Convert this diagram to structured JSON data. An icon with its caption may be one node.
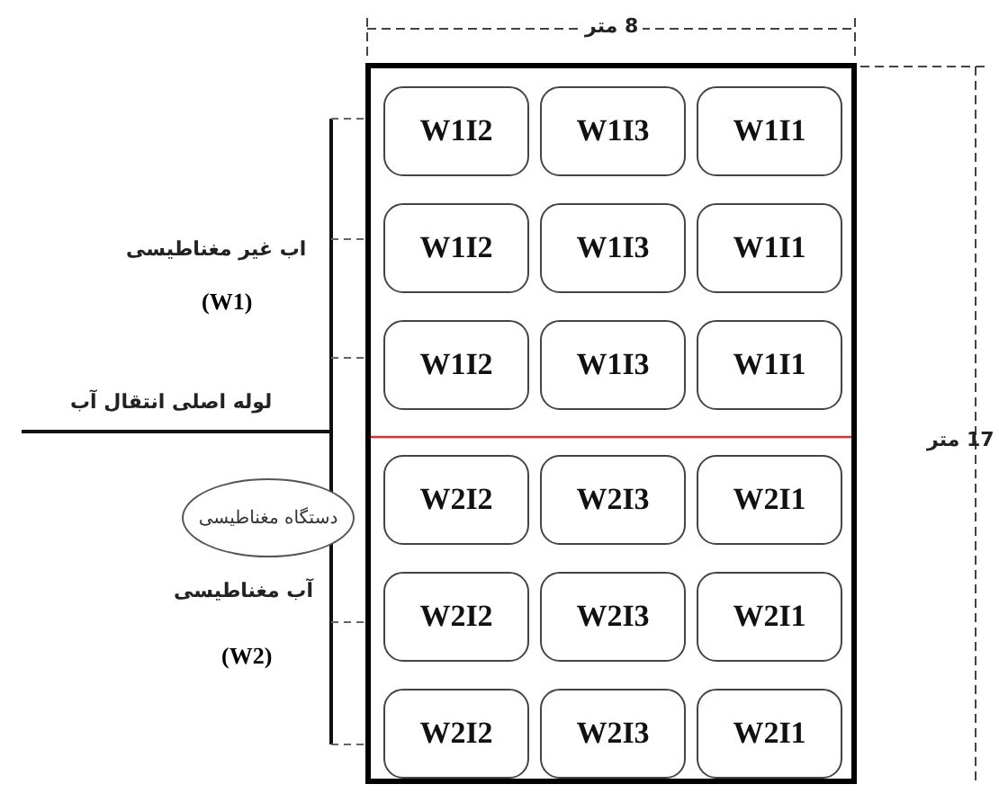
{
  "diagram": {
    "nodes": [
      {
        "text": [],
        "shape": "box"
      },
      {
        "text": [
          "W1I2"
        ],
        "in": 0
      },
      {
        "text": [
          "W1I3"
        ],
        "in": 0
      },
      {
        "text": [
          "W1I1"
        ],
        "in": 0
      },
      {
        "text": [
          "W1I2"
        ],
        "in": 0
      },
      {
        "text": [
          "W1I3"
        ],
        "in": 0
      },
      {
        "text": [
          "W1I1"
        ],
        "in": 0
      },
      {
        "text": [
          "W1I2"
        ],
        "in": 0
      },
      {
        "text": [
          "W1I3"
        ],
        "in": 0
      },
      {
        "text": [
          "W1I1"
        ],
        "in": 0
      },
      {
        "text": [
          "W2I2"
        ],
        "in": 0
      },
      {
        "text": [
          "W2I3"
        ],
        "in": 0
      },
      {
        "text": [
          "W2I1"
        ],
        "in": 0
      },
      {
        "text": [
          "W2I2"
        ],
        "in": 0
      },
      {
        "text": [
          "W2I3"
        ],
        "in": 0
      },
      {
        "text": [
          "W2I1"
        ],
        "in": 0
      },
      {
        "text": [
          "W2I2"
        ],
        "in": 0
      },
      {
        "text": [
          "W2I3"
        ],
        "in": 0
      },
      {
        "text": [
          "W2I1"
        ],
        "in": 0
      },
      {
        "text": [
          "دستگاه مغناطیسی"
        ]
      }
    ],
    "edges": [],
    "labels": [
      "8 متر",
      "اب غیر مغناطیسی",
      "(W1)",
      "لوله اصلی انتقال آب",
      "17 متر",
      "آب مغناطیسی",
      "(W2)"
    ]
  }
}
